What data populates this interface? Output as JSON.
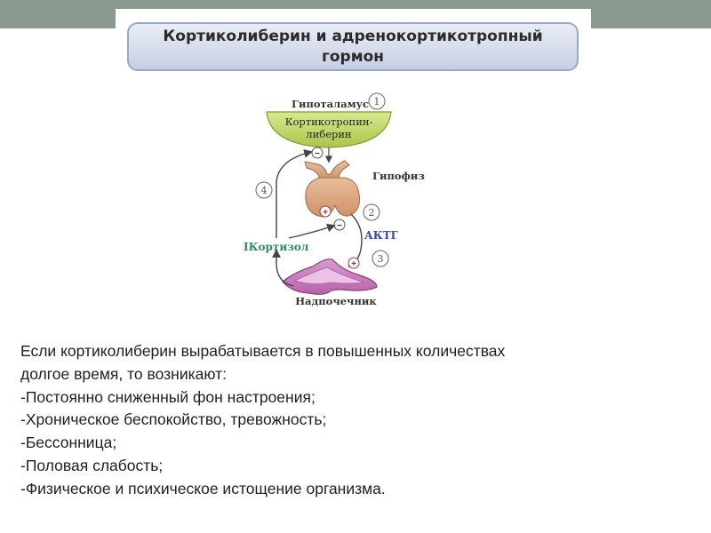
{
  "slide": {
    "title": "Кортиколиберин и адренокортикотропный гормон"
  },
  "diagram": {
    "hypothalamus_label": "Гипоталамус",
    "releasing_hormone_line1": "Кортикотропин-",
    "releasing_hormone_line2": "либерин",
    "pituitary_label": "Гипофиз",
    "acth_label": "АКТГ",
    "cortisol_label": "IКортизол",
    "adrenal_label": "Надпочечник",
    "steps": [
      "1",
      "2",
      "3",
      "4"
    ],
    "signs": {
      "minus": "−",
      "plus": "+"
    },
    "colors": {
      "hypothalamus": "#b9d45c",
      "pituitary": "#d9a57e",
      "adrenal": "#c77bbd",
      "acth_text": "#3b4aa6",
      "cortisol_text": "#2d8f5a"
    }
  },
  "text": {
    "lines": [
      "Если кортиколиберин вырабатывается в повышенных количествах",
      "долгое время, то возникают:",
      "-Постоянно сниженный фон настроения;",
      "-Хроническое беспокойство, тревожность;",
      "-Бессонница;",
      "-Половая слабость;",
      "-Физическое и психическое истощение организма."
    ]
  }
}
